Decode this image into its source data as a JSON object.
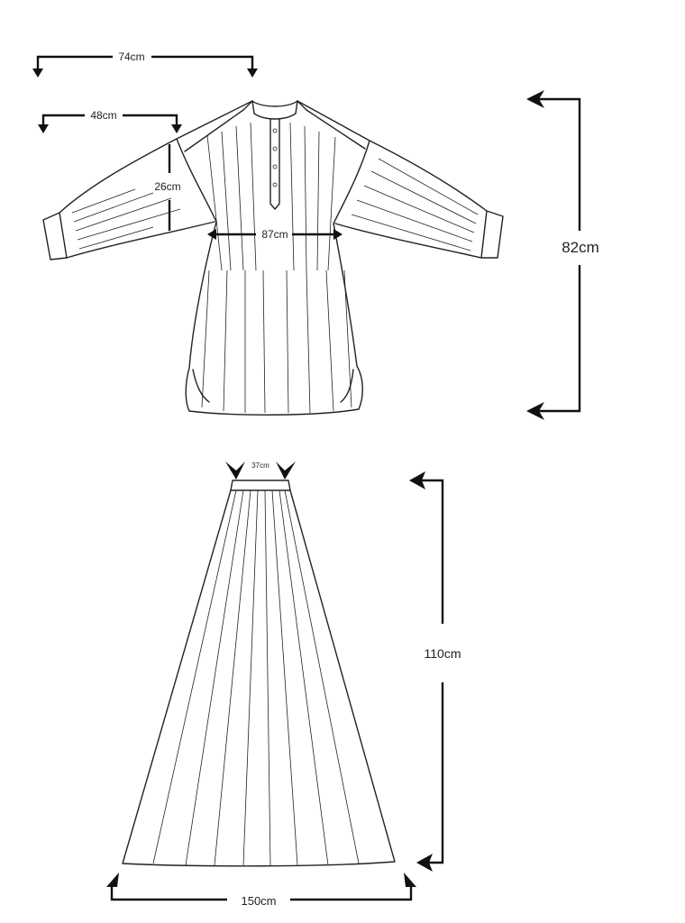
{
  "measurements": {
    "shoulder_width": "74cm",
    "sleeve_length": "48cm",
    "armhole": "26cm",
    "bust": "87cm",
    "top_length": "82cm",
    "skirt_waist": "37cm",
    "skirt_length": "110cm",
    "skirt_hem": "150cm"
  }
}
